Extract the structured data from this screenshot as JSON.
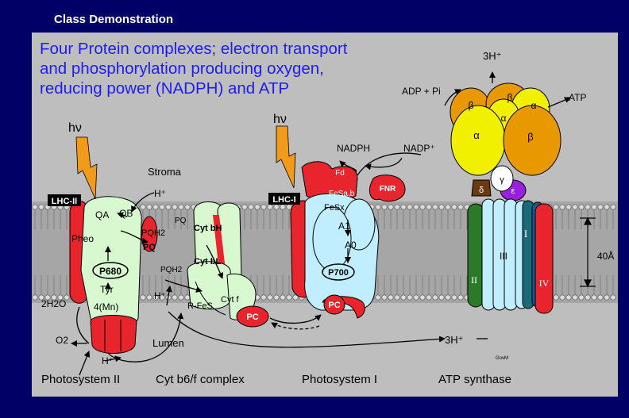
{
  "header": "Class Demonstration",
  "title_lines": [
    "Four Protein complexes; electron transport",
    "and phosphorylation producing oxygen,",
    "reducing power (NADPH) and ATP"
  ],
  "labels": {
    "hv": "hν",
    "stroma": "Stroma",
    "lumen": "Lumen",
    "lhc2": "LHC-II",
    "lhc1": "LHC-I",
    "h_plus": "H⁺",
    "qa": "QA",
    "qb": "QB",
    "pqh2": "PQH2",
    "pq": "PQ",
    "pheo": "Pheo",
    "p680": "P680",
    "tyr": "Tyr",
    "mn": "4(Mn)",
    "two_h2o": "2H2O",
    "o2": "O2",
    "cyt_bh": "Cyt bH",
    "cyt_bl": "Cyt bL",
    "rfes": "R-FeS",
    "cyt_f": "Cyt f",
    "pc": "PC",
    "nadph": "NADPH",
    "nadp": "NADP⁺",
    "fd": "Fd",
    "fnr": "FNR",
    "fesab": "FeSa,b",
    "fesx": "FeSx",
    "a1": "A1",
    "a0": "A0",
    "p700": "P700",
    "three_h": "3H⁺",
    "adp": "ADP + Pi",
    "atp": "ATP",
    "alpha": "α",
    "beta": "β",
    "gamma": "γ",
    "delta": "δ",
    "epsilon": "ε",
    "sub1": "I",
    "sub2": "II",
    "sub3": "III",
    "sub4": "IV",
    "dim": "40Å",
    "credit": "GovM"
  },
  "captions": {
    "ps2": "Photosystem II",
    "cytb6f": "Cyt b6/f complex",
    "ps1": "Photosystem I",
    "atp_synthase": "ATP synthase"
  },
  "colors": {
    "background": "#000066",
    "panel": "#bebebe",
    "title": "#1d1df0",
    "protein_green": "#d8f8d0",
    "protein_blue": "#c0eeff",
    "protein_red": "#e8252d",
    "alpha_yellow": "#f0f000",
    "beta_orange": "#e89800",
    "photon_orange": "#f29a1a"
  }
}
